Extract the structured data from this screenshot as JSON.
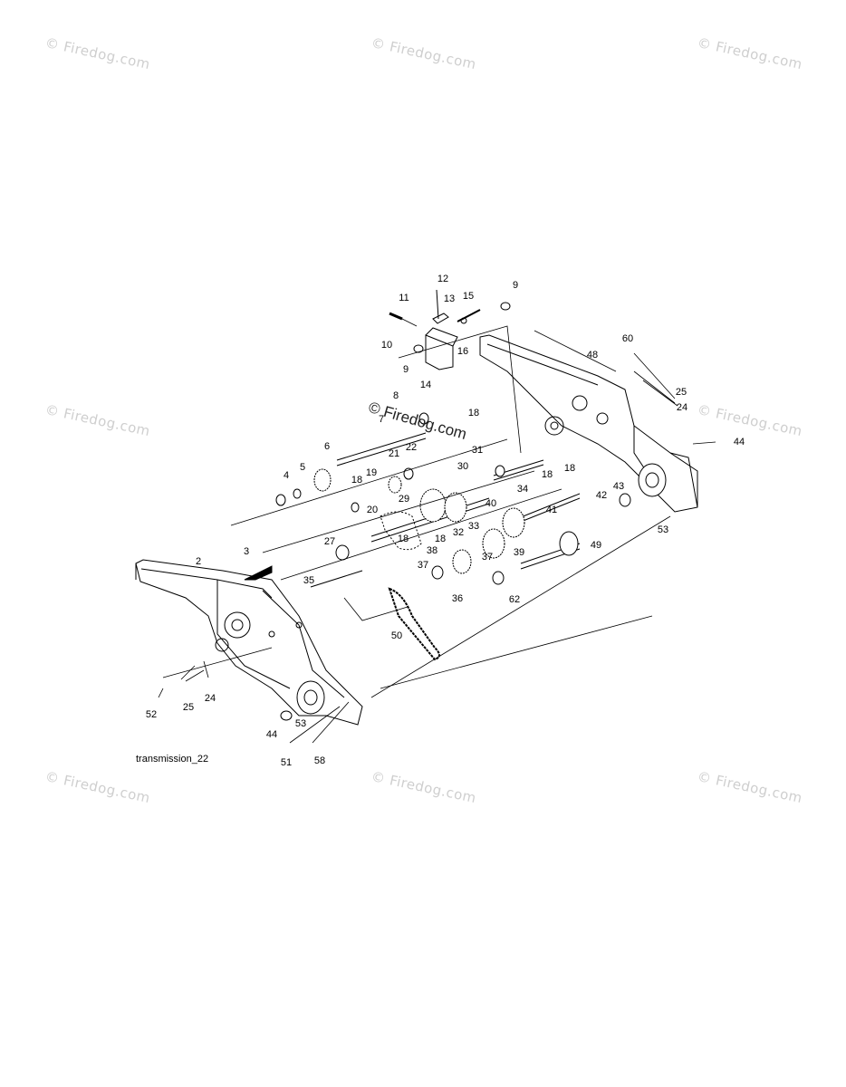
{
  "watermark": "© Firedog.com",
  "center_watermark": "© Firedog.com",
  "caption": "transmission_22",
  "callouts": {
    "c2": "2",
    "c3": "3",
    "c4": "4",
    "c5": "5",
    "c6": "6",
    "c7": "7",
    "c8": "8",
    "c9a": "9",
    "c9b": "9",
    "c10": "10",
    "c11": "11",
    "c12": "12",
    "c13": "13",
    "c14": "14",
    "c15": "15",
    "c16": "16",
    "c18a": "18",
    "c18b": "18",
    "c18c": "18",
    "c18d": "18",
    "c18e": "18",
    "c18f": "18",
    "c19": "19",
    "c20": "20",
    "c21": "21",
    "c22": "22",
    "c24a": "24",
    "c24b": "24",
    "c25a": "25",
    "c25b": "25",
    "c27": "27",
    "c29": "29",
    "c30": "30",
    "c31": "31",
    "c32": "32",
    "c33": "33",
    "c34": "34",
    "c35": "35",
    "c36": "36",
    "c37a": "37",
    "c37b": "37",
    "c38": "38",
    "c39": "39",
    "c40": "40",
    "c41": "41",
    "c42": "42",
    "c43": "43",
    "c44a": "44",
    "c44b": "44",
    "c48": "48",
    "c49": "49",
    "c50": "50",
    "c51": "51",
    "c52": "52",
    "c53a": "53",
    "c53b": "53",
    "c58": "58",
    "c60": "60",
    "c62": "62"
  }
}
